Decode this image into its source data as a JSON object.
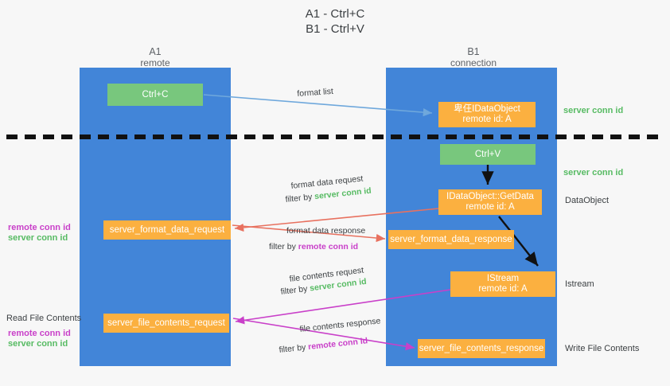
{
  "title": {
    "line1": "A1 - Ctrl+C",
    "line2": "B1 - Ctrl+V"
  },
  "lanes": [
    {
      "id": "a1",
      "name": "A1",
      "subtitle": "remote",
      "color": "#4285d8"
    },
    {
      "id": "b1",
      "name": "B1",
      "subtitle": "connection",
      "color": "#4285d8"
    }
  ],
  "colors": {
    "lane": "#4285d8",
    "green_node": "#78c77d",
    "orange_node": "#fbb040",
    "green_text": "#57bb63",
    "magenta_text": "#c940c9",
    "dark_text": "#3c4043",
    "arrow_blue": "#6fa8dc",
    "arrow_red": "#e8715f",
    "arrow_magenta": "#c940c9",
    "arrow_black": "#000000",
    "background": "#f7f7f7"
  },
  "nodes": [
    {
      "id": "ctrl-c",
      "label": "Ctrl+C",
      "sublabel": "",
      "style": "green"
    },
    {
      "id": "idataobject-copy",
      "label": "卑仼IDataObject",
      "sublabel": "remote id: A",
      "style": "orange"
    },
    {
      "id": "ctrl-v",
      "label": "Ctrl+V",
      "sublabel": "",
      "style": "green"
    },
    {
      "id": "idataobject-getdata",
      "label": "IDataObject::GetData",
      "sublabel": "remote id: A",
      "style": "orange"
    },
    {
      "id": "server-format-data-request",
      "label": "server_format_data_request",
      "sublabel": "",
      "style": "orange"
    },
    {
      "id": "server-format-data-response",
      "label": "server_format_data_response",
      "sublabel": "",
      "style": "orange"
    },
    {
      "id": "istream",
      "label": "IStream",
      "sublabel": "remote id: A",
      "style": "orange"
    },
    {
      "id": "server-file-contents-request",
      "label": "server_file_contents_request",
      "sublabel": "",
      "style": "orange"
    },
    {
      "id": "server-file-contents-response",
      "label": "server_file_contents_response",
      "sublabel": "",
      "style": "orange"
    }
  ],
  "edge_labels": {
    "format_list": "format list",
    "format_data_request": "format data request",
    "format_data_request_filter_prefix": "filter by ",
    "format_data_request_filter_value": "server conn id",
    "format_data_response": "format data response",
    "format_data_response_filter_prefix": "filter by ",
    "format_data_response_filter_value": "remote conn id",
    "file_contents_request": "file contents request",
    "file_contents_request_filter_prefix": "filter by ",
    "file_contents_request_filter_value": "server conn id",
    "file_contents_response": "file contents response",
    "file_contents_response_filter_prefix": "filter by ",
    "file_contents_response_filter_value": "remote conn id"
  },
  "right_labels": [
    {
      "id": "server-conn-id-top",
      "text": "server conn id",
      "style": "green"
    },
    {
      "id": "server-conn-id-mid",
      "text": "server conn id",
      "style": "green"
    },
    {
      "id": "dataobject",
      "text": "DataObject",
      "style": "dark"
    },
    {
      "id": "istream-label",
      "text": "Istream",
      "style": "dark"
    },
    {
      "id": "write-file-contents",
      "text": "Write File Contents",
      "style": "dark"
    }
  ],
  "left_labels": [
    {
      "id": "remote-conn-id-1",
      "text": "remote conn id",
      "style": "magenta"
    },
    {
      "id": "server-conn-id-1",
      "text": "server conn id",
      "style": "green"
    },
    {
      "id": "read-file-contents",
      "text": "Read File Contents",
      "style": "dark"
    },
    {
      "id": "remote-conn-id-2",
      "text": "remote conn id",
      "style": "magenta"
    },
    {
      "id": "server-conn-id-2",
      "text": "server conn id",
      "style": "green"
    }
  ]
}
